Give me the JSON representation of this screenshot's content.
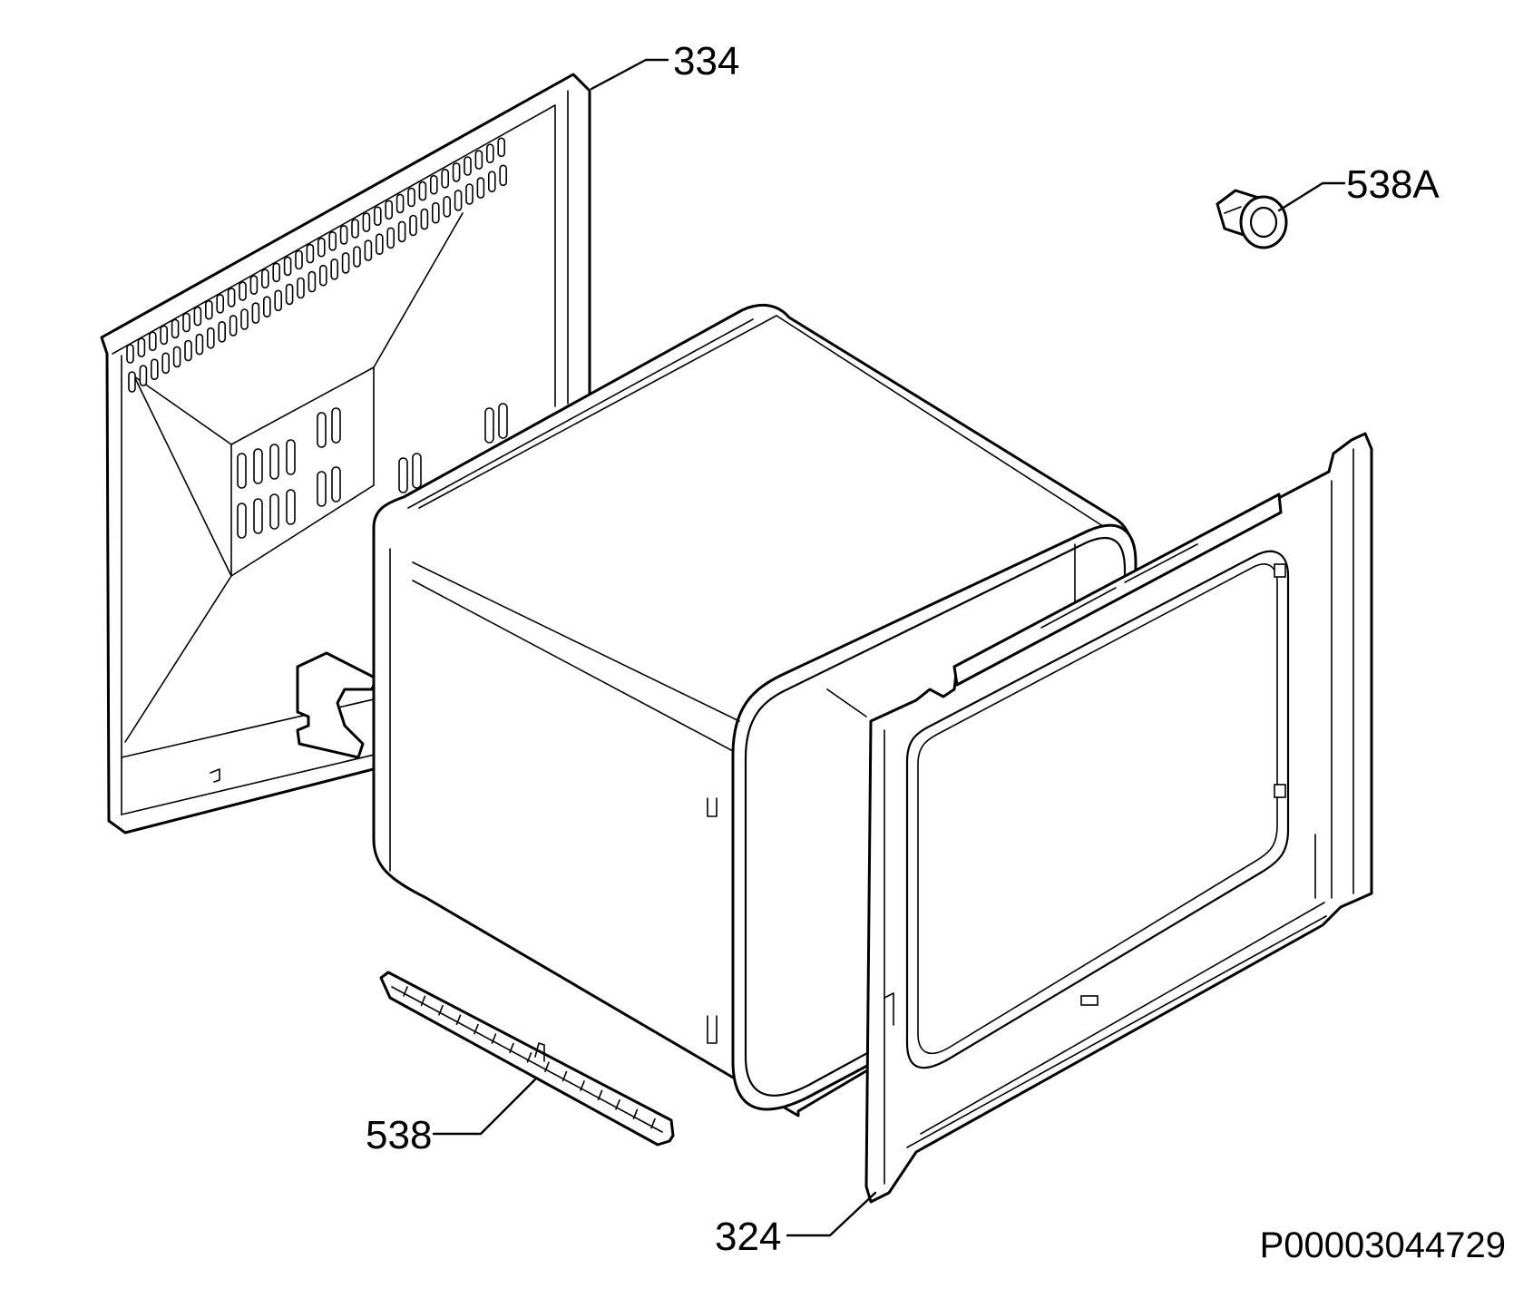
{
  "diagram": {
    "callouts": [
      {
        "id": "334",
        "label": "334"
      },
      {
        "id": "538A",
        "label": "538A"
      },
      {
        "id": "538",
        "label": "538"
      },
      {
        "id": "324",
        "label": "324"
      }
    ],
    "drawing_number": "P00003044729",
    "line_color": "#000000",
    "background_color": "#ffffff"
  }
}
